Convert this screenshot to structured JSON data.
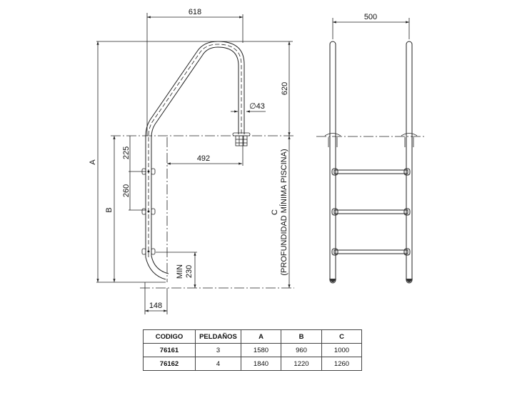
{
  "drawing": {
    "side_view": {
      "dim_top_width": "618",
      "dim_handrail_height": "620",
      "dim_tube_diameter": "∅43",
      "dim_reach": "492",
      "dim_first_step": "225",
      "dim_step_spacing": "260",
      "dim_min_bottom_label": "MIN",
      "dim_min_bottom": "230",
      "dim_foot": "148",
      "label_a": "A",
      "label_b": "B",
      "label_c": "C",
      "label_c_note": "(PROFUNDIDAD MÍNIMA  PISCINA)"
    },
    "front_view": {
      "dim_width": "500"
    }
  },
  "table": {
    "headers": [
      "CODIGO",
      "PELDAÑOS",
      "A",
      "B",
      "C"
    ],
    "rows": [
      [
        "76161",
        "3",
        "1580",
        "960",
        "1000"
      ],
      [
        "76162",
        "4",
        "1840",
        "1220",
        "1260"
      ]
    ]
  }
}
